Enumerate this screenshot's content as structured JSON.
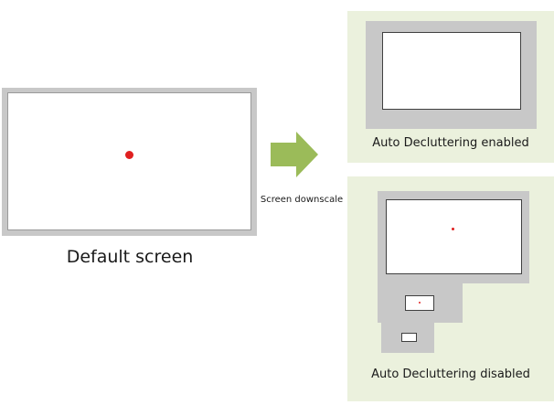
{
  "default_screen": {
    "label": "Default screen"
  },
  "transition": {
    "label": "Screen downscale",
    "arrow_color": "#9bbb59"
  },
  "panels": {
    "enabled": {
      "label": "Auto Decluttering enabled"
    },
    "disabled": {
      "label": "Auto Decluttering disabled"
    }
  },
  "colors": {
    "panel_background": "#ebf1dd",
    "frame_gray": "#c8c8c8",
    "dot_red": "#e02020"
  }
}
